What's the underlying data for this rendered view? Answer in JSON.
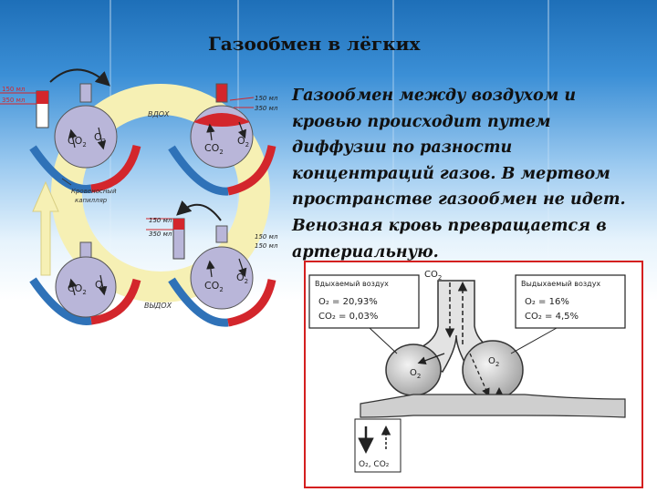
{
  "slide": {
    "title": "Газообмен в лёгких",
    "body": "Газообмен между воздухом и кровью происходит путем диффузии по разности концентраций газов. В мертвом пространстве газообмен не идет. Венозная кровь превращается в артериальную."
  },
  "left_diagram": {
    "volume_top_left": [
      "150 мл",
      "350 мл"
    ],
    "volume_top_right": [
      "150 мл",
      "350 мл"
    ],
    "volume_mid": [
      "150 мл",
      "350 мл"
    ],
    "volume_bottom_right": [
      "150 мл",
      "150 мл"
    ],
    "inhale_label": "ВДОХ",
    "exhale_label": "ВЫДОХ",
    "capillary_label": [
      "Кровеносный",
      "капилляр"
    ],
    "co2": "CO",
    "co2_sub": "2",
    "o2": "O",
    "o2_sub": "2",
    "colors": {
      "venous": "#2f72b8",
      "arterial": "#d3262c",
      "alveolus": "#b9b6d9",
      "ring": "#f6f0b4"
    }
  },
  "right_diagram": {
    "top_label": "CO",
    "top_label_sub": "2",
    "inhaled_title": "Вдыхаемый воздух",
    "inhaled_o2": "O₂ = 20,93%",
    "inhaled_co2": "CO₂ = 0,03%",
    "exhaled_title": "Выдыхаемый воздух",
    "exhaled_o2": "O₂ = 16%",
    "exhaled_co2": "CO₂ = 4,5%",
    "alveolus_label": "O",
    "alveolus_label_sub": "2",
    "legend": "O₂, CO₂"
  }
}
